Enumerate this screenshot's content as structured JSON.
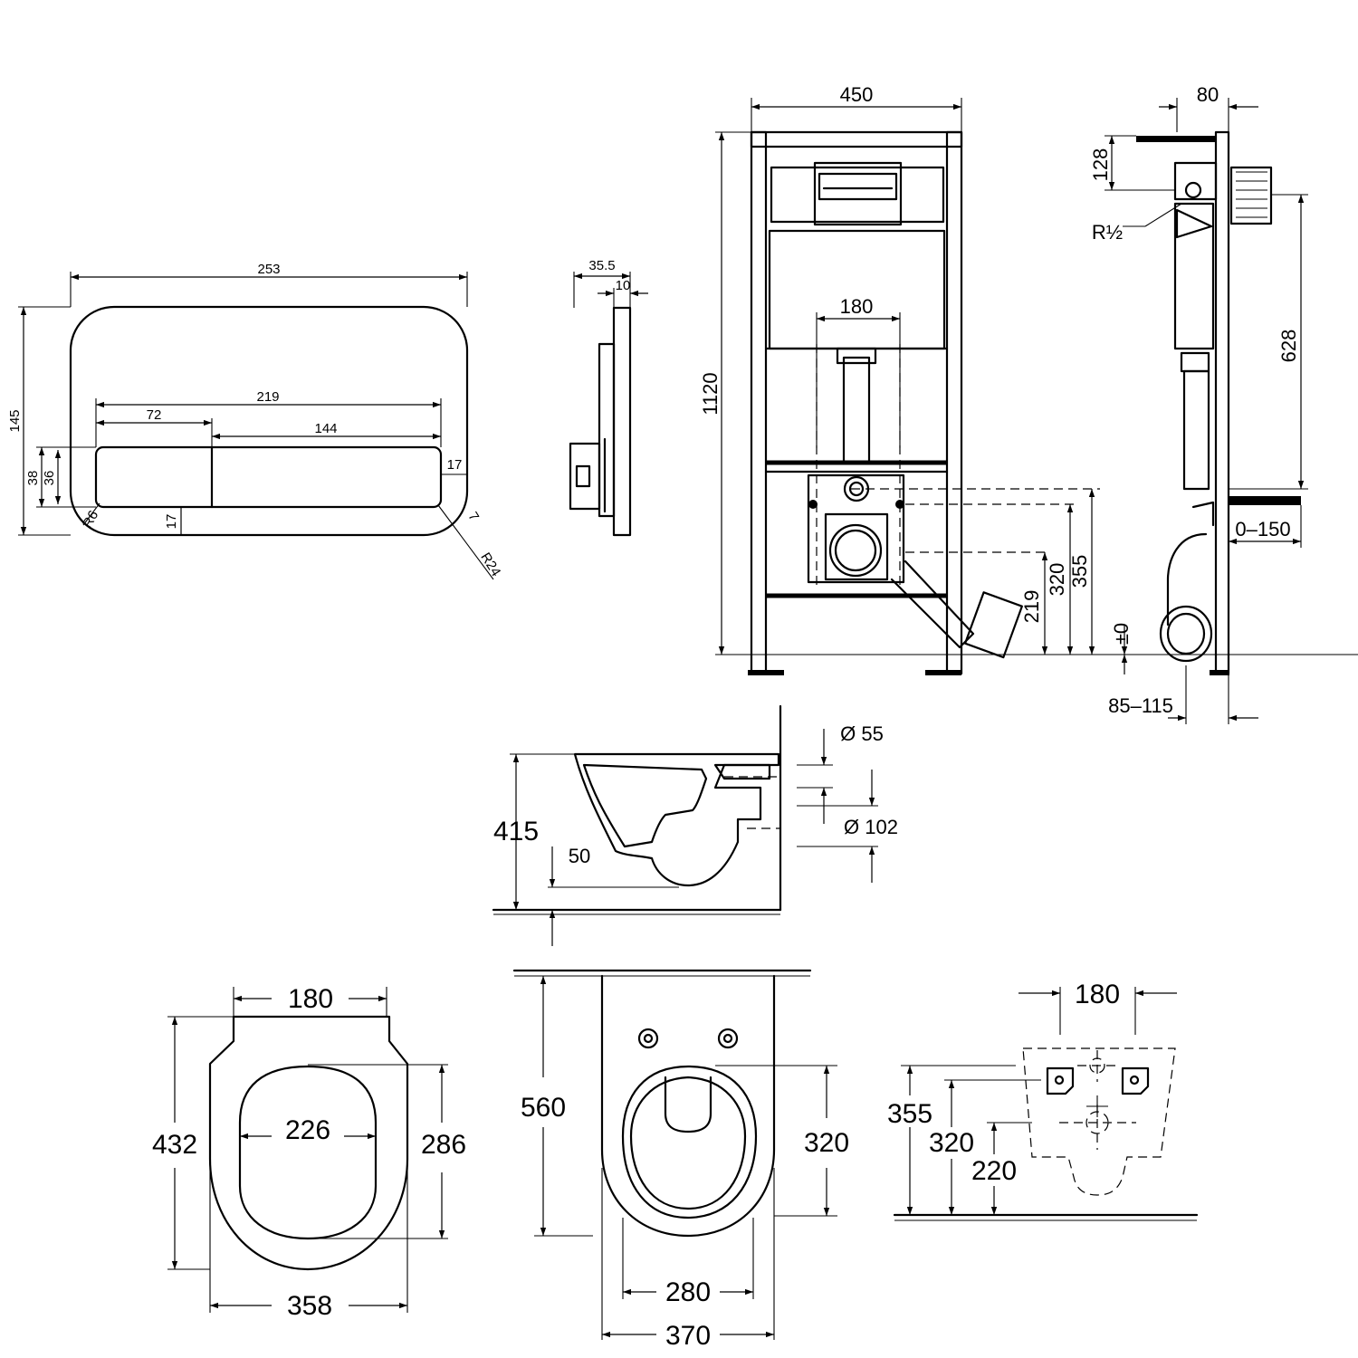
{
  "plate": {
    "width": "253",
    "height": "145",
    "buttons_width": "219",
    "button_small": "72",
    "button_large": "144",
    "h38": "38",
    "h36": "36",
    "right_gap": "17",
    "bottom_gap": "17",
    "radius_small": "R6",
    "radius_large": "R24",
    "radius_corner": "7"
  },
  "plate_side": {
    "depth": "35.5",
    "thickness": "10"
  },
  "frame_front": {
    "width": "450",
    "height": "1120",
    "axis_spacing": "180",
    "h355": "355",
    "h320": "320",
    "h219": "219"
  },
  "frame_side": {
    "top_depth": "80",
    "h128": "128",
    "h628": "628",
    "thread": "R½",
    "adjust": "0–150",
    "floor_level": "±0",
    "offset": "85–115"
  },
  "bowl_side": {
    "height": "415",
    "d55": "Ø 55",
    "d102": "Ø 102",
    "h50": "50"
  },
  "seat": {
    "top_width": "180",
    "length": "432",
    "inner_width": "226",
    "inner_length": "286",
    "width": "358"
  },
  "bowl_top": {
    "length": "560",
    "h320": "320",
    "w280": "280",
    "w370": "370"
  },
  "holes": {
    "spacing": "180",
    "h355": "355",
    "h320": "320",
    "h220": "220"
  }
}
